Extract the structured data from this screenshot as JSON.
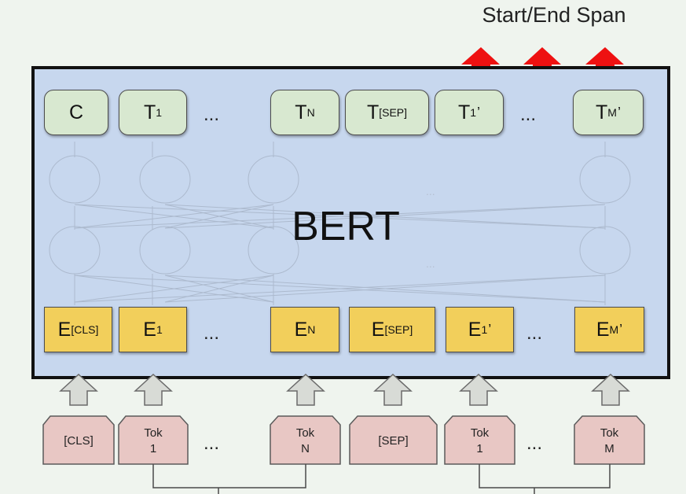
{
  "title": "Start/End Span",
  "model_label": "BERT",
  "outputs": [
    {
      "main": "C",
      "sub": "",
      "sup": ""
    },
    {
      "main": "T",
      "sub": "1",
      "sup": ""
    },
    {
      "main": "T",
      "sub": "N",
      "sup": ""
    },
    {
      "main": "T",
      "sub": "[SEP]",
      "sup": ""
    },
    {
      "main": "T",
      "sub": "1",
      "sup": "’"
    },
    {
      "main": "T",
      "sub": "M",
      "sup": "’"
    }
  ],
  "embeddings": [
    {
      "main": "E",
      "sub": "[CLS]",
      "sup": ""
    },
    {
      "main": "E",
      "sub": "1",
      "sup": ""
    },
    {
      "main": "E",
      "sub": "N",
      "sup": ""
    },
    {
      "main": "E",
      "sub": "[SEP]",
      "sup": ""
    },
    {
      "main": "E",
      "sub": "1",
      "sup": "’"
    },
    {
      "main": "E",
      "sub": "M",
      "sup": "’"
    }
  ],
  "tokens": [
    {
      "label": "[CLS]"
    },
    {
      "label": "Tok\n1"
    },
    {
      "label": "Tok\nN"
    },
    {
      "label": "[SEP]"
    },
    {
      "label": "Tok\n1"
    },
    {
      "label": "Tok\nM"
    }
  ],
  "ellipsis": "...",
  "colors": {
    "output_box": "#d8e8d0",
    "embedding_box": "#f2cf5b",
    "token_box": "#e8c7c4",
    "model_fill": "#c7d7ee",
    "span_arrow": "#ee1111",
    "input_arrow": "#d8dbd6"
  }
}
